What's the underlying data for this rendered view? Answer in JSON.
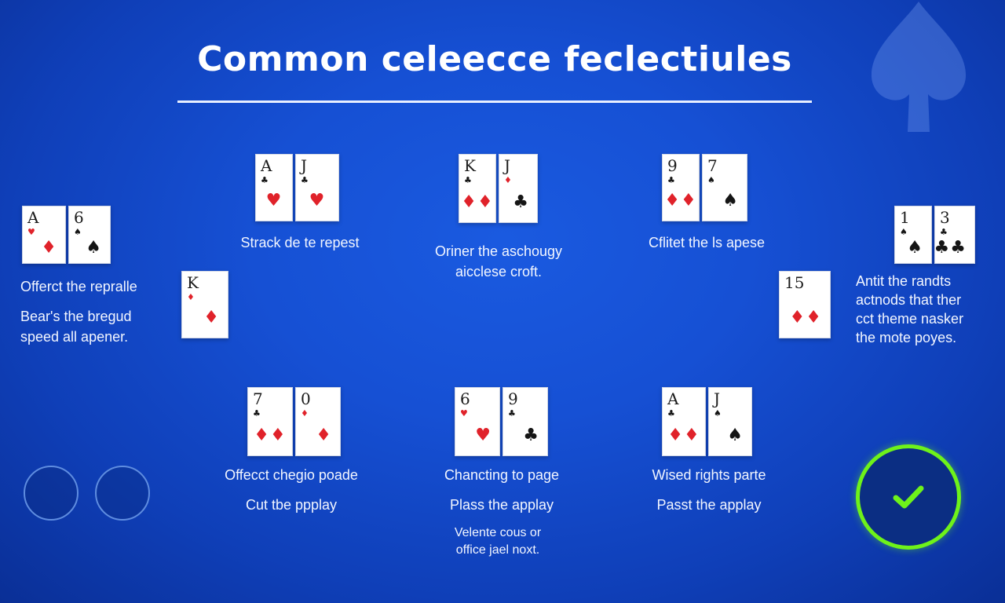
{
  "title": "Common celeecce feclectiules",
  "colors": {
    "background": "#1650d4",
    "card_red": "#e0222a",
    "card_black": "#151515",
    "confirm_ring": "#6ef21a"
  },
  "hands": {
    "top_center_left": {
      "cards": [
        {
          "rank": "A",
          "suit": "♣",
          "color": "red"
        },
        {
          "rank": "J",
          "suit": "♣",
          "color": "black"
        }
      ],
      "label": "Strack de te repest"
    },
    "top_center": {
      "cards": [
        {
          "rank": "K",
          "suit": "♣",
          "color": "black"
        },
        {
          "rank": "J",
          "suit": "♣",
          "color": "black"
        }
      ],
      "label_lines": [
        "Oriner the aschougy",
        "aicclese croft."
      ]
    },
    "top_center_right": {
      "cards": [
        {
          "rank": "9",
          "suit": "♣",
          "color": "black"
        },
        {
          "rank": "7",
          "suit": "♠",
          "color": "black"
        }
      ],
      "label": "Cflitet the ls apese"
    },
    "left": {
      "cards": [
        {
          "rank": "A",
          "suit": "♥",
          "color": "red"
        },
        {
          "rank": "6",
          "suit": "♠",
          "color": "black"
        }
      ],
      "label_lines": [
        "Offerct the repralle",
        "Bear's the bregud",
        "speed all apener."
      ]
    },
    "left_single": {
      "card": {
        "rank": "K",
        "suit": "♦",
        "color": "red"
      }
    },
    "right": {
      "cards": [
        {
          "rank": "1",
          "suit": "♠",
          "color": "black"
        },
        {
          "rank": "3",
          "suit": "♣",
          "color": "black"
        }
      ],
      "label_lines": [
        "Antit the randts",
        "actnods that ther",
        "cct theme nasker",
        "the mote poyes."
      ]
    },
    "right_single": {
      "card": {
        "rank": "15",
        "suit": "♦",
        "color": "red"
      }
    },
    "bottom_left": {
      "cards": [
        {
          "rank": "7",
          "suit": "♣",
          "color": "black"
        },
        {
          "rank": "0",
          "suit": "♦",
          "color": "red"
        }
      ],
      "label_lines": [
        "Offecct chegio poade",
        "Cut tbe ppplay"
      ]
    },
    "bottom_center": {
      "cards": [
        {
          "rank": "6",
          "suit": "♥",
          "color": "red"
        },
        {
          "rank": "9",
          "suit": "♣",
          "color": "black"
        }
      ],
      "label_lines": [
        "Chancting to page",
        "Plass the applay"
      ],
      "note_lines": [
        "Velente cous or",
        "office jael noxt."
      ]
    },
    "bottom_right": {
      "cards": [
        {
          "rank": "A",
          "suit": "♣",
          "color": "black"
        },
        {
          "rank": "J",
          "suit": "♠",
          "color": "black"
        }
      ],
      "label_lines": [
        "Wised rights parte",
        "Passt the applay"
      ]
    }
  },
  "controls": {
    "confirm_icon": "checkmark-icon",
    "circle_buttons": [
      "circle-button",
      "circle-button"
    ]
  }
}
